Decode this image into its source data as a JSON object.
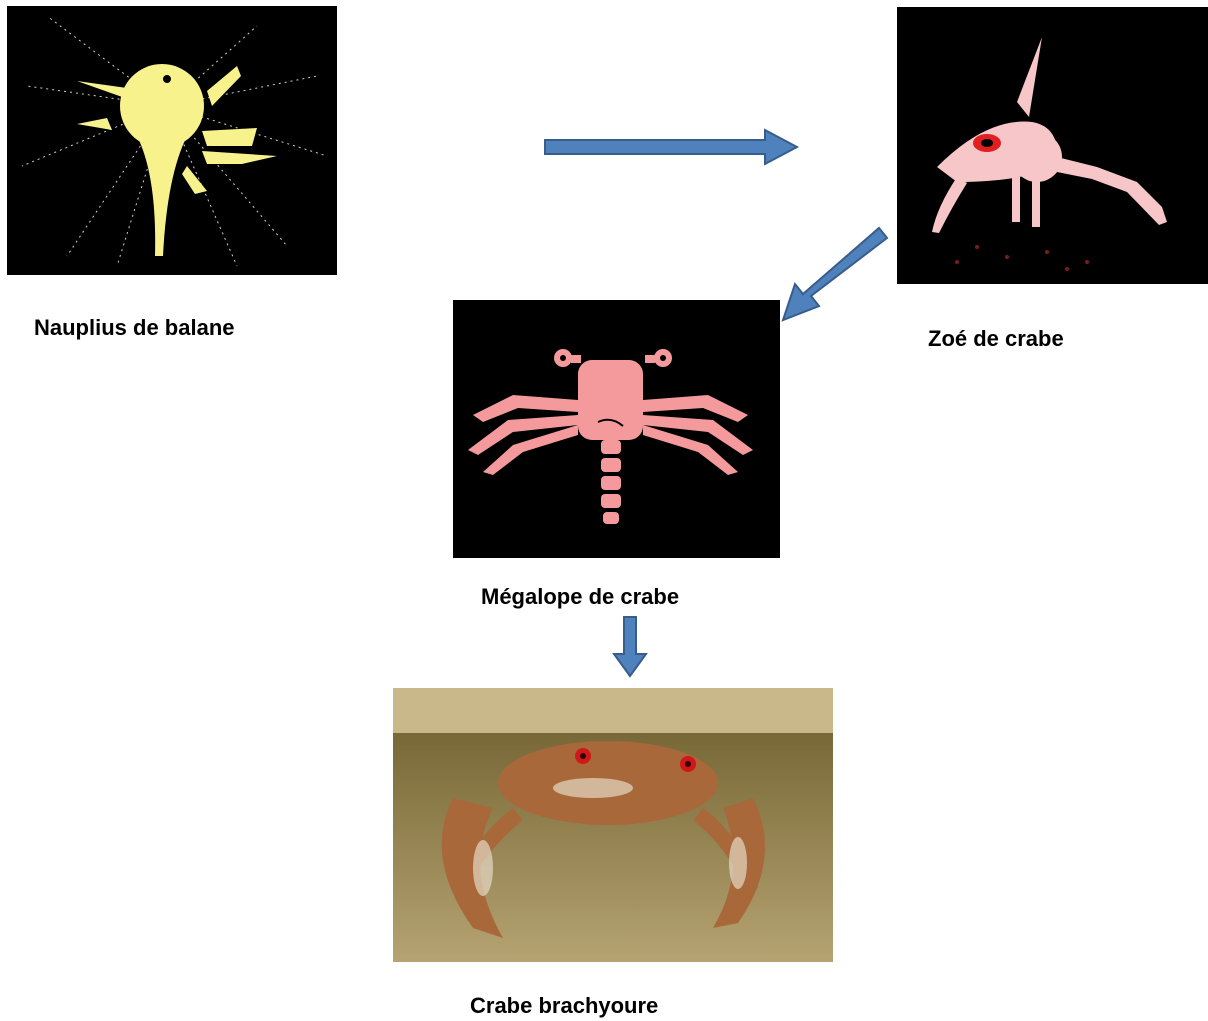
{
  "stages": {
    "nauplius": {
      "label": "Nauplius de balane",
      "color": "#f7f28c"
    },
    "zoe": {
      "label": "Zoé de crabe",
      "color": "#f6c6c8"
    },
    "megalope": {
      "label": "Mégalope de crabe",
      "color": "#f49a9c"
    },
    "crabe": {
      "label": "Crabe brachyoure"
    }
  },
  "colors": {
    "arrow_fill": "#4f81bd",
    "arrow_stroke": "#385d8a",
    "panel_bg": "#000000"
  }
}
